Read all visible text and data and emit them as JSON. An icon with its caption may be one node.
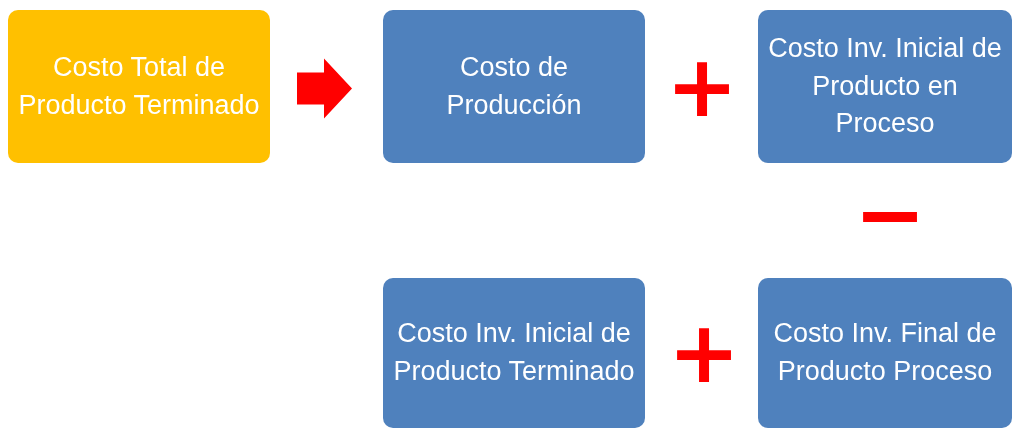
{
  "diagram": {
    "nodes": [
      {
        "text": [
          "Costo Total de Producto Terminado"
        ]
      },
      {
        "text": [
          "Costo de Producción"
        ]
      },
      {
        "text": [
          "Costo Inv. Inicial de Producto en Proceso"
        ]
      },
      {
        "text": [
          "Costo Inv. Inicial de Producto Terminado"
        ]
      },
      {
        "text": [
          "Costo Inv. Final de Producto Proceso"
        ]
      }
    ],
    "edges": [
      {
        "from": 0,
        "to": 1,
        "arrow": "to",
        "style": "thick",
        "color": "#ff0000"
      }
    ],
    "labels": [
      "+",
      "−",
      "+"
    ]
  }
}
